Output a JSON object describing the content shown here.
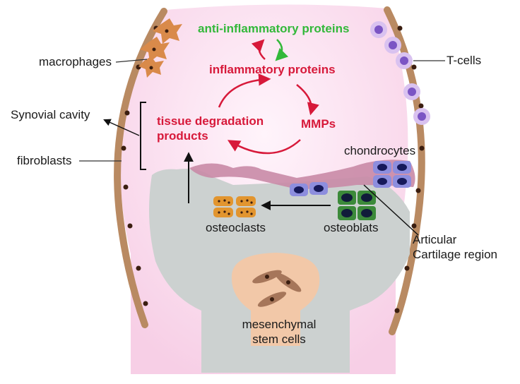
{
  "labels": {
    "anti_inflammatory": "anti-inflammatory proteins",
    "inflammatory": "inflammatory proteins",
    "tissue_degradation_line1": "tissue degradation",
    "tissue_degradation_line2": "products",
    "mmps": "MMPs",
    "macrophages": "macrophages",
    "t_cells": "T-cells",
    "synovial_cavity": "Synovial cavity",
    "fibroblasts": "fibroblasts",
    "chondrocytes": "chondrocytes",
    "osteoclasts": "osteoclasts",
    "osteoblats": "osteoblats",
    "articular_line1": "Articular",
    "articular_line2": "Cartilage region",
    "mesenchymal_line1": "mesenchymal",
    "mesenchymal_line2": "stem cells"
  },
  "colors": {
    "inflammation_red": "#d7193a",
    "anti_inflammatory_green": "#33b83a",
    "synovial_pink": "#fbe0f0",
    "membrane_brown": "#b98a62",
    "bone_gray": "#ccd1d0",
    "cartilage_mauve": "#c98aa6",
    "chondrocyte_blue": "#8d8ede",
    "osteoblast_green": "#2f6f2e",
    "osteoclast_orange": "#e2952f",
    "tcell_purple": "#b48fd8",
    "stemcell_peach": "#f2c8a8"
  }
}
